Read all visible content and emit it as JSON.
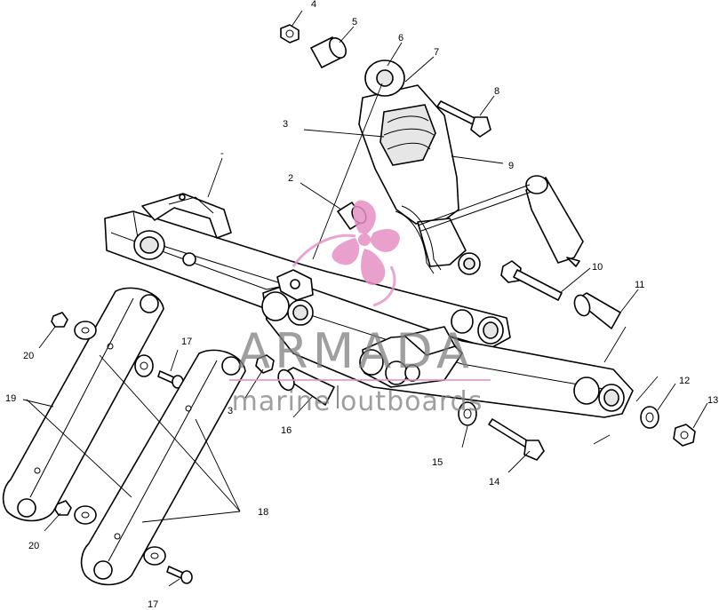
{
  "watermark": {
    "brand": "ARMADA",
    "tagline": "marine outboards",
    "logo_color": "#e58fc4",
    "text_color": "#7f7f7f",
    "logo_icon": "propeller-logo-icon"
  },
  "callouts": [
    {
      "id": "c4",
      "label": "4"
    },
    {
      "id": "c5",
      "label": "5"
    },
    {
      "id": "c6",
      "label": "6"
    },
    {
      "id": "c7",
      "label": "7"
    },
    {
      "id": "c8",
      "label": "8"
    },
    {
      "id": "c3a",
      "label": "3"
    },
    {
      "id": "c9",
      "label": "9"
    },
    {
      "id": "c1",
      "label": "-"
    },
    {
      "id": "c2",
      "label": "2"
    },
    {
      "id": "c10",
      "label": "10"
    },
    {
      "id": "c11",
      "label": "11"
    },
    {
      "id": "c12",
      "label": "12"
    },
    {
      "id": "c13",
      "label": "13"
    },
    {
      "id": "c14",
      "label": "14"
    },
    {
      "id": "c15",
      "label": "15"
    },
    {
      "id": "c16",
      "label": "16"
    },
    {
      "id": "c3b",
      "label": "3"
    },
    {
      "id": "c17a",
      "label": "17"
    },
    {
      "id": "c17b",
      "label": "17"
    },
    {
      "id": "c18",
      "label": "18"
    },
    {
      "id": "c19",
      "label": "19"
    },
    {
      "id": "c20a",
      "label": "20"
    },
    {
      "id": "c20b",
      "label": "20"
    }
  ]
}
